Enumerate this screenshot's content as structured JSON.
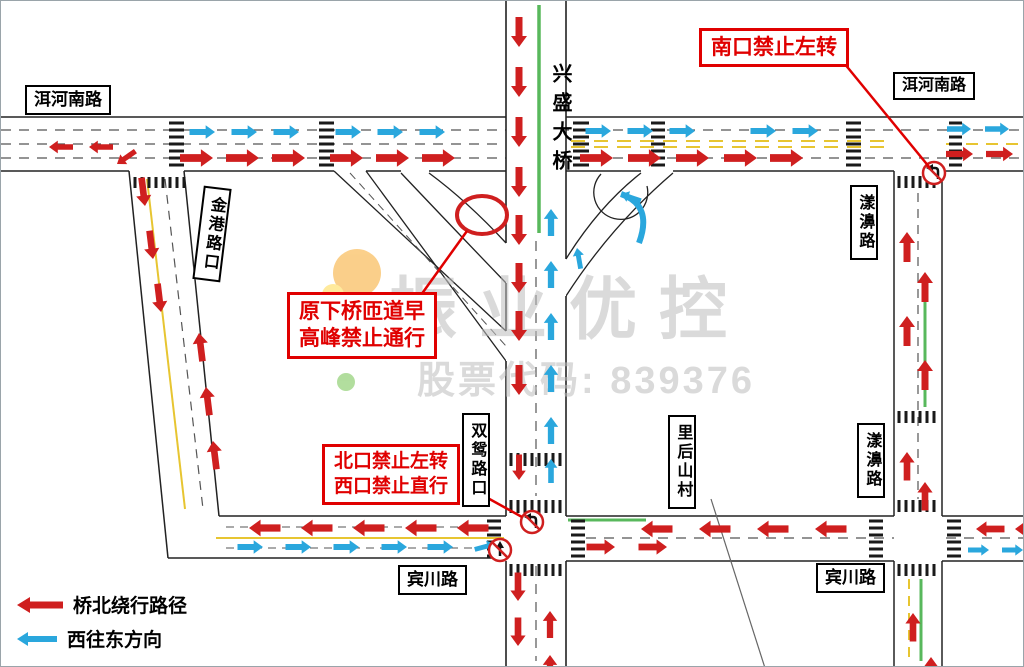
{
  "colors": {
    "red": "#cf1f1f",
    "blue": "#2aa7dd",
    "yellow": "#e7c531",
    "green": "#58b85c",
    "edge": "#222222",
    "dash": "#555555",
    "callout_red": "#e00000",
    "watermark_gray": "#bdbdbd"
  },
  "labels": {
    "erhe_south_road_left": "洱河南路",
    "erhe_south_road_right": "洱河南路",
    "jingang_intersection": "金港路口",
    "xingsheng_bridge": "兴盛大桥",
    "yangbi_road_upper": "漾濞路",
    "yangbi_road_lower": "漾濞路",
    "lihoushan_village": "里后山村",
    "shuangyuan_intersection": "双鸳路口",
    "binchuan_road_center": "宾川路",
    "binchuan_road_right": "宾川路"
  },
  "callouts": {
    "south_no_left_turn": "南口禁止左转",
    "ramp_closure_line1": "原下桥匝道早",
    "ramp_closure_line2": "高峰禁止通行",
    "north_restriction_line1": "北口禁止左转",
    "north_restriction_line2": "西口禁止直行"
  },
  "legend": {
    "detour_label": "桥北绕行路径",
    "west_to_east_label": "西往东方向"
  },
  "watermark": {
    "brand": "振业优控",
    "stock": "股票代码: 839376"
  }
}
